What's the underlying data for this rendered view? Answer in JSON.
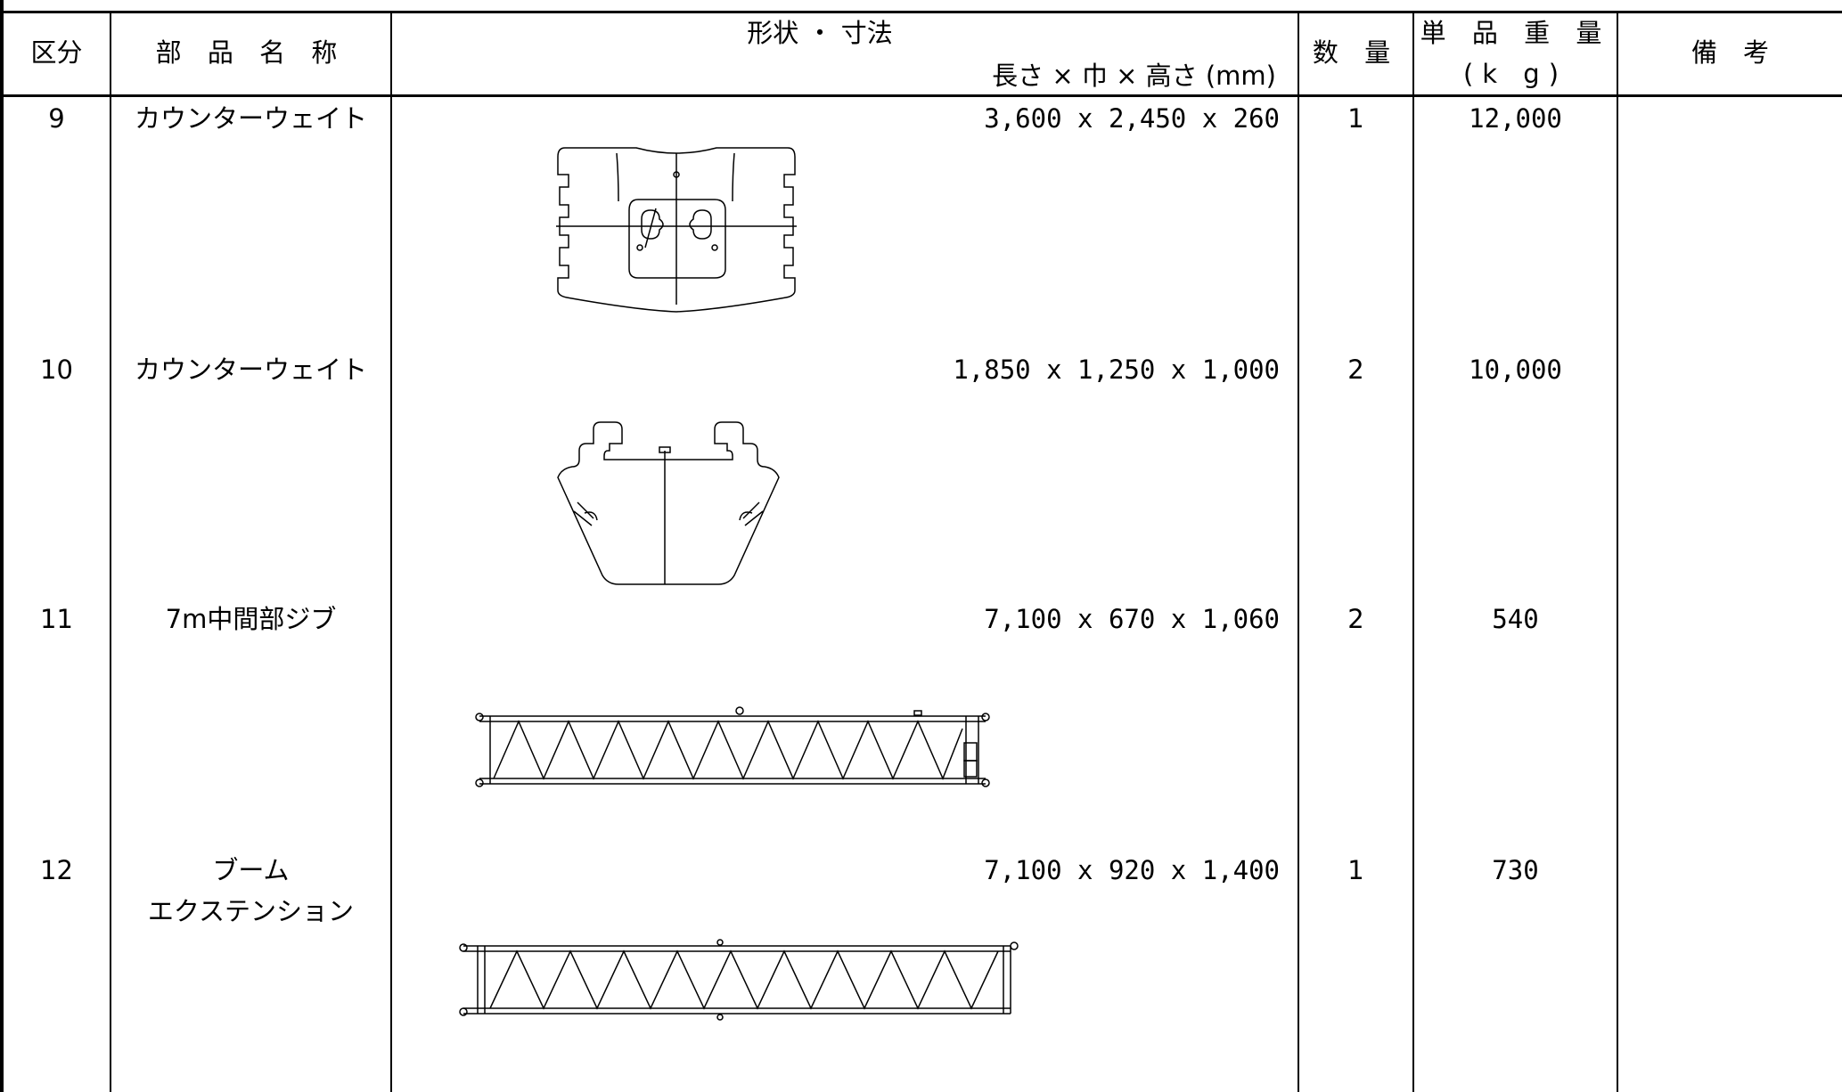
{
  "header": {
    "category": "区分",
    "part_name": "部 品 名 称",
    "shape_title": "形状 ・ 寸法",
    "shape_sub": "長さ × 巾 × 高さ (mm)",
    "quantity": "数 量",
    "unit_weight": "単 品 重 量",
    "unit_weight_unit": "(k g)",
    "remarks": "備　考"
  },
  "rows": [
    {
      "no": "9",
      "name": "カウンターウェイト",
      "name2": "",
      "dims": "3,600 x 2,450 x 260",
      "qty": "1",
      "weight": "12,000",
      "drawing": "counterweight-plate-icon"
    },
    {
      "no": "10",
      "name": "カウンターウェイト",
      "name2": "",
      "dims": "1,850 x 1,250 x 1,000",
      "qty": "2",
      "weight": "10,000",
      "drawing": "counterweight-block-icon"
    },
    {
      "no": "11",
      "name": "7m中間部ジブ",
      "name2": "",
      "dims": "7,100 x 670 x 1,060",
      "qty": "2",
      "weight": "540",
      "drawing": "lattice-jib-icon"
    },
    {
      "no": "12",
      "name": "ブーム",
      "name2": "エクステンション",
      "dims": "7,100 x 920 x 1,400",
      "qty": "1",
      "weight": "730",
      "drawing": "boom-extension-icon"
    }
  ]
}
